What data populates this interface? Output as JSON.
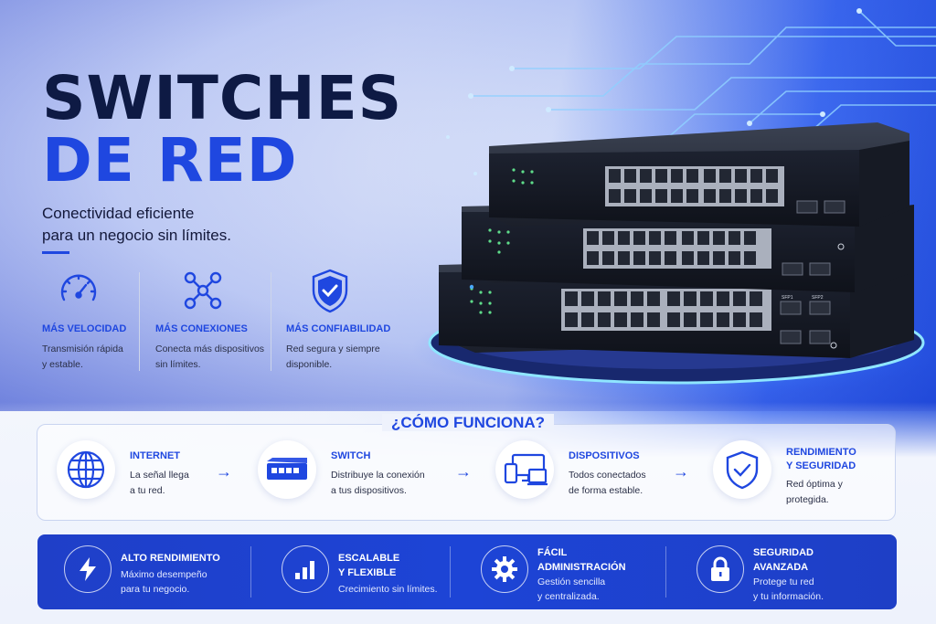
{
  "hero": {
    "title_line1": "SWITCHES",
    "title_line2": "DE RED",
    "subtitle_line1": "Conectividad eficiente",
    "subtitle_line2": "para un negocio sin límites."
  },
  "features": [
    {
      "icon": "speedometer-icon",
      "title": "MÁS VELOCIDAD",
      "desc1": "Transmisión rápida",
      "desc2": "y estable."
    },
    {
      "icon": "network-nodes-icon",
      "title": "MÁS CONEXIONES",
      "desc1": "Conecta más dispositivos",
      "desc2": "sin límites."
    },
    {
      "icon": "shield-check-icon",
      "title": "MÁS CONFIABILIDAD",
      "desc1": "Red segura y siempre",
      "desc2": "disponible."
    }
  ],
  "how": {
    "title": "¿CÓMO FUNCIONA?",
    "steps": [
      {
        "icon": "globe-icon",
        "title1": "INTERNET",
        "title2": "",
        "desc1": "La señal llega",
        "desc2": "a tu red."
      },
      {
        "icon": "switch-icon",
        "title1": "SWITCH",
        "title2": "",
        "desc1": "Distribuye la conexión",
        "desc2": "a tus dispositivos."
      },
      {
        "icon": "devices-icon",
        "title1": "DISPOSITIVOS",
        "title2": "",
        "desc1": "Todos conectados",
        "desc2": "de forma estable."
      },
      {
        "icon": "shield-check-icon",
        "title1": "RENDIMIENTO",
        "title2": "Y SEGURIDAD",
        "desc1": "Red óptima y",
        "desc2": "protegida."
      }
    ]
  },
  "benefits": [
    {
      "icon": "lightning-icon",
      "title1": "ALTO RENDIMIENTO",
      "title2": "",
      "desc1": "Máximo desempeño",
      "desc2": "para tu negocio."
    },
    {
      "icon": "bar-chart-icon",
      "title1": "ESCALABLE",
      "title2": "Y FLEXIBLE",
      "desc1": "Crecimiento sin límites.",
      "desc2": ""
    },
    {
      "icon": "gear-icon",
      "title1": "FÁCIL",
      "title2": "ADMINISTRACIÓN",
      "desc1": "Gestión sencilla",
      "desc2": "y centralizada."
    },
    {
      "icon": "lock-icon",
      "title1": "SEGURIDAD",
      "title2": "AVANZADA",
      "desc1": "Protege tu red",
      "desc2": "y tu información."
    }
  ],
  "switch_labels": {
    "sfp1": "SFP1",
    "sfp2": "SFP2"
  },
  "colors": {
    "navy": "#0e1a44",
    "accent_blue": "#1f47e0",
    "bar_blue": "#1d44d6"
  }
}
